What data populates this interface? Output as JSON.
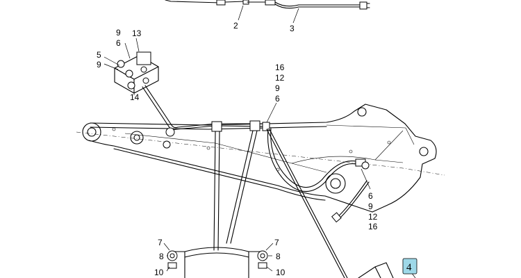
{
  "labels": {
    "l2": "2",
    "l3": "3",
    "l9a": "9",
    "l13": "13",
    "l6a": "6",
    "l5": "5",
    "l9b": "9",
    "l14": "14",
    "l16a": "16",
    "l12a": "12",
    "l9c": "9",
    "l6b": "6",
    "l6c": "6",
    "l9d": "9",
    "l12b": "12",
    "l16b": "16",
    "l7a": "7",
    "l8a": "8",
    "l10a": "10",
    "l7b": "7",
    "l8b": "8",
    "l10b": "10"
  },
  "callout": {
    "label": "4",
    "color": "#9ed8e8"
  }
}
